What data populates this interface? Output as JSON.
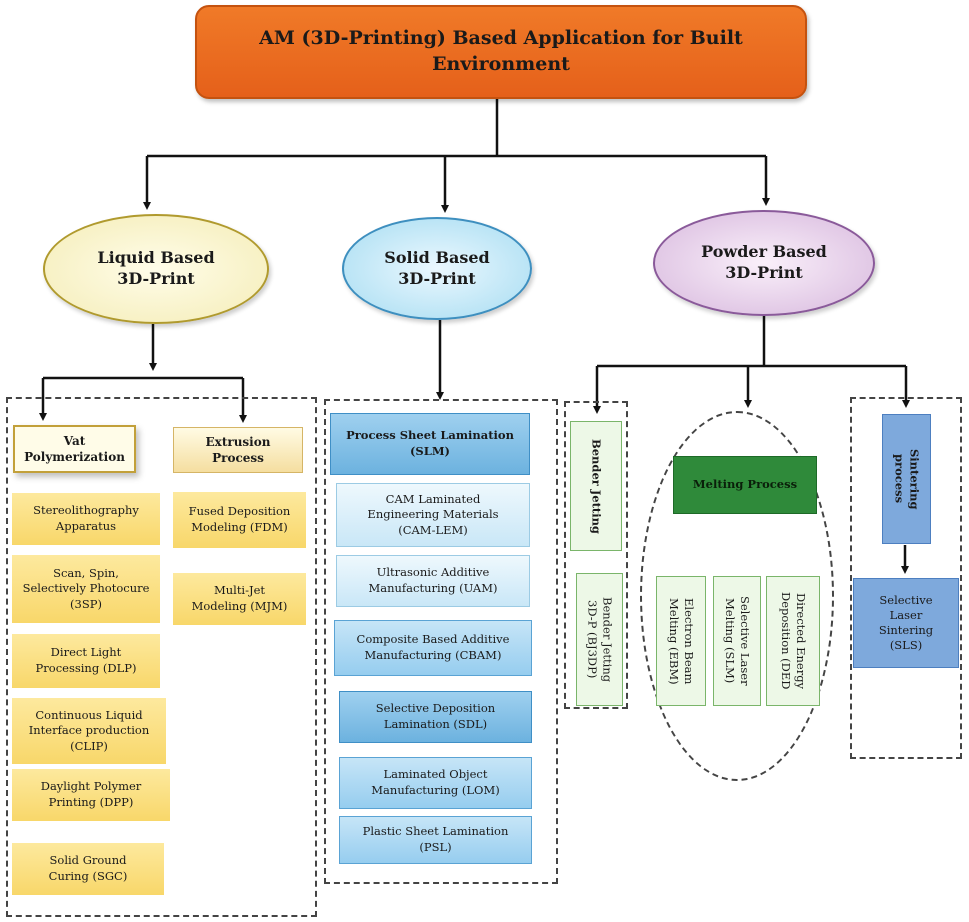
{
  "root": {
    "title": "AM (3D-Printing) Based Application for Built Environment"
  },
  "categories": {
    "liquid": "Liquid Based\n3D-Print",
    "solid": "Solid Based\n3D-Print",
    "powder": "Powder Based\n3D-Print"
  },
  "liquid": {
    "vat_heading": "Vat\nPolymerization",
    "extrusion_heading": "Extrusion\nProcess",
    "vat_items": [
      "Stereolithography\nApparatus",
      "Scan, Spin,\nSelectively Photocure\n(3SP)",
      "Direct Light\nProcessing (DLP)",
      "Continuous Liquid\nInterface production\n(CLIP)",
      "Daylight Polymer\nPrinting (DPP)",
      "Solid Ground\nCuring (SGC)"
    ],
    "extrusion_items": [
      "Fused Deposition\nModeling (FDM)",
      "Multi-Jet\nModeling (MJM)"
    ]
  },
  "solid": {
    "items": [
      "Process  Sheet Lamination\n(SLM)",
      "CAM Laminated\nEngineering Materials\n(CAM-LEM)",
      "Ultrasonic Additive\nManufacturing  (UAM)",
      "Composite Based Additive\nManufacturing  (CBAM)",
      "Selective Deposition\nLamination  (SDL)",
      "Laminated Object\nManufacturing (LOM)",
      "Plastic Sheet Lamination\n(PSL)"
    ]
  },
  "powder": {
    "binder_heading": "Bender Jetting",
    "binder_item": "Bender Jetting\n3D-P (BJ3DP)",
    "melting_heading": "Melting Process",
    "melting_items": [
      "Electron Beam\nMelting (EBM)",
      "Selective Laser\nMelting (SLM)",
      "Directed Energy\nDeposition (DED"
    ],
    "sintering_heading": "Sintering\nprocess",
    "sintering_item": "Selective\nLaser\nSintering\n(SLS)"
  },
  "colors": {
    "root": "#ea6a20",
    "liquid": "#f4ecb6",
    "solid": "#a6dcf1",
    "powder": "#d7b8dd",
    "yellow_box": "#f8d76a",
    "blue_box": "#6cb2df",
    "green_box": "#2f8a3a",
    "sinter_box": "#7ea9dc"
  }
}
